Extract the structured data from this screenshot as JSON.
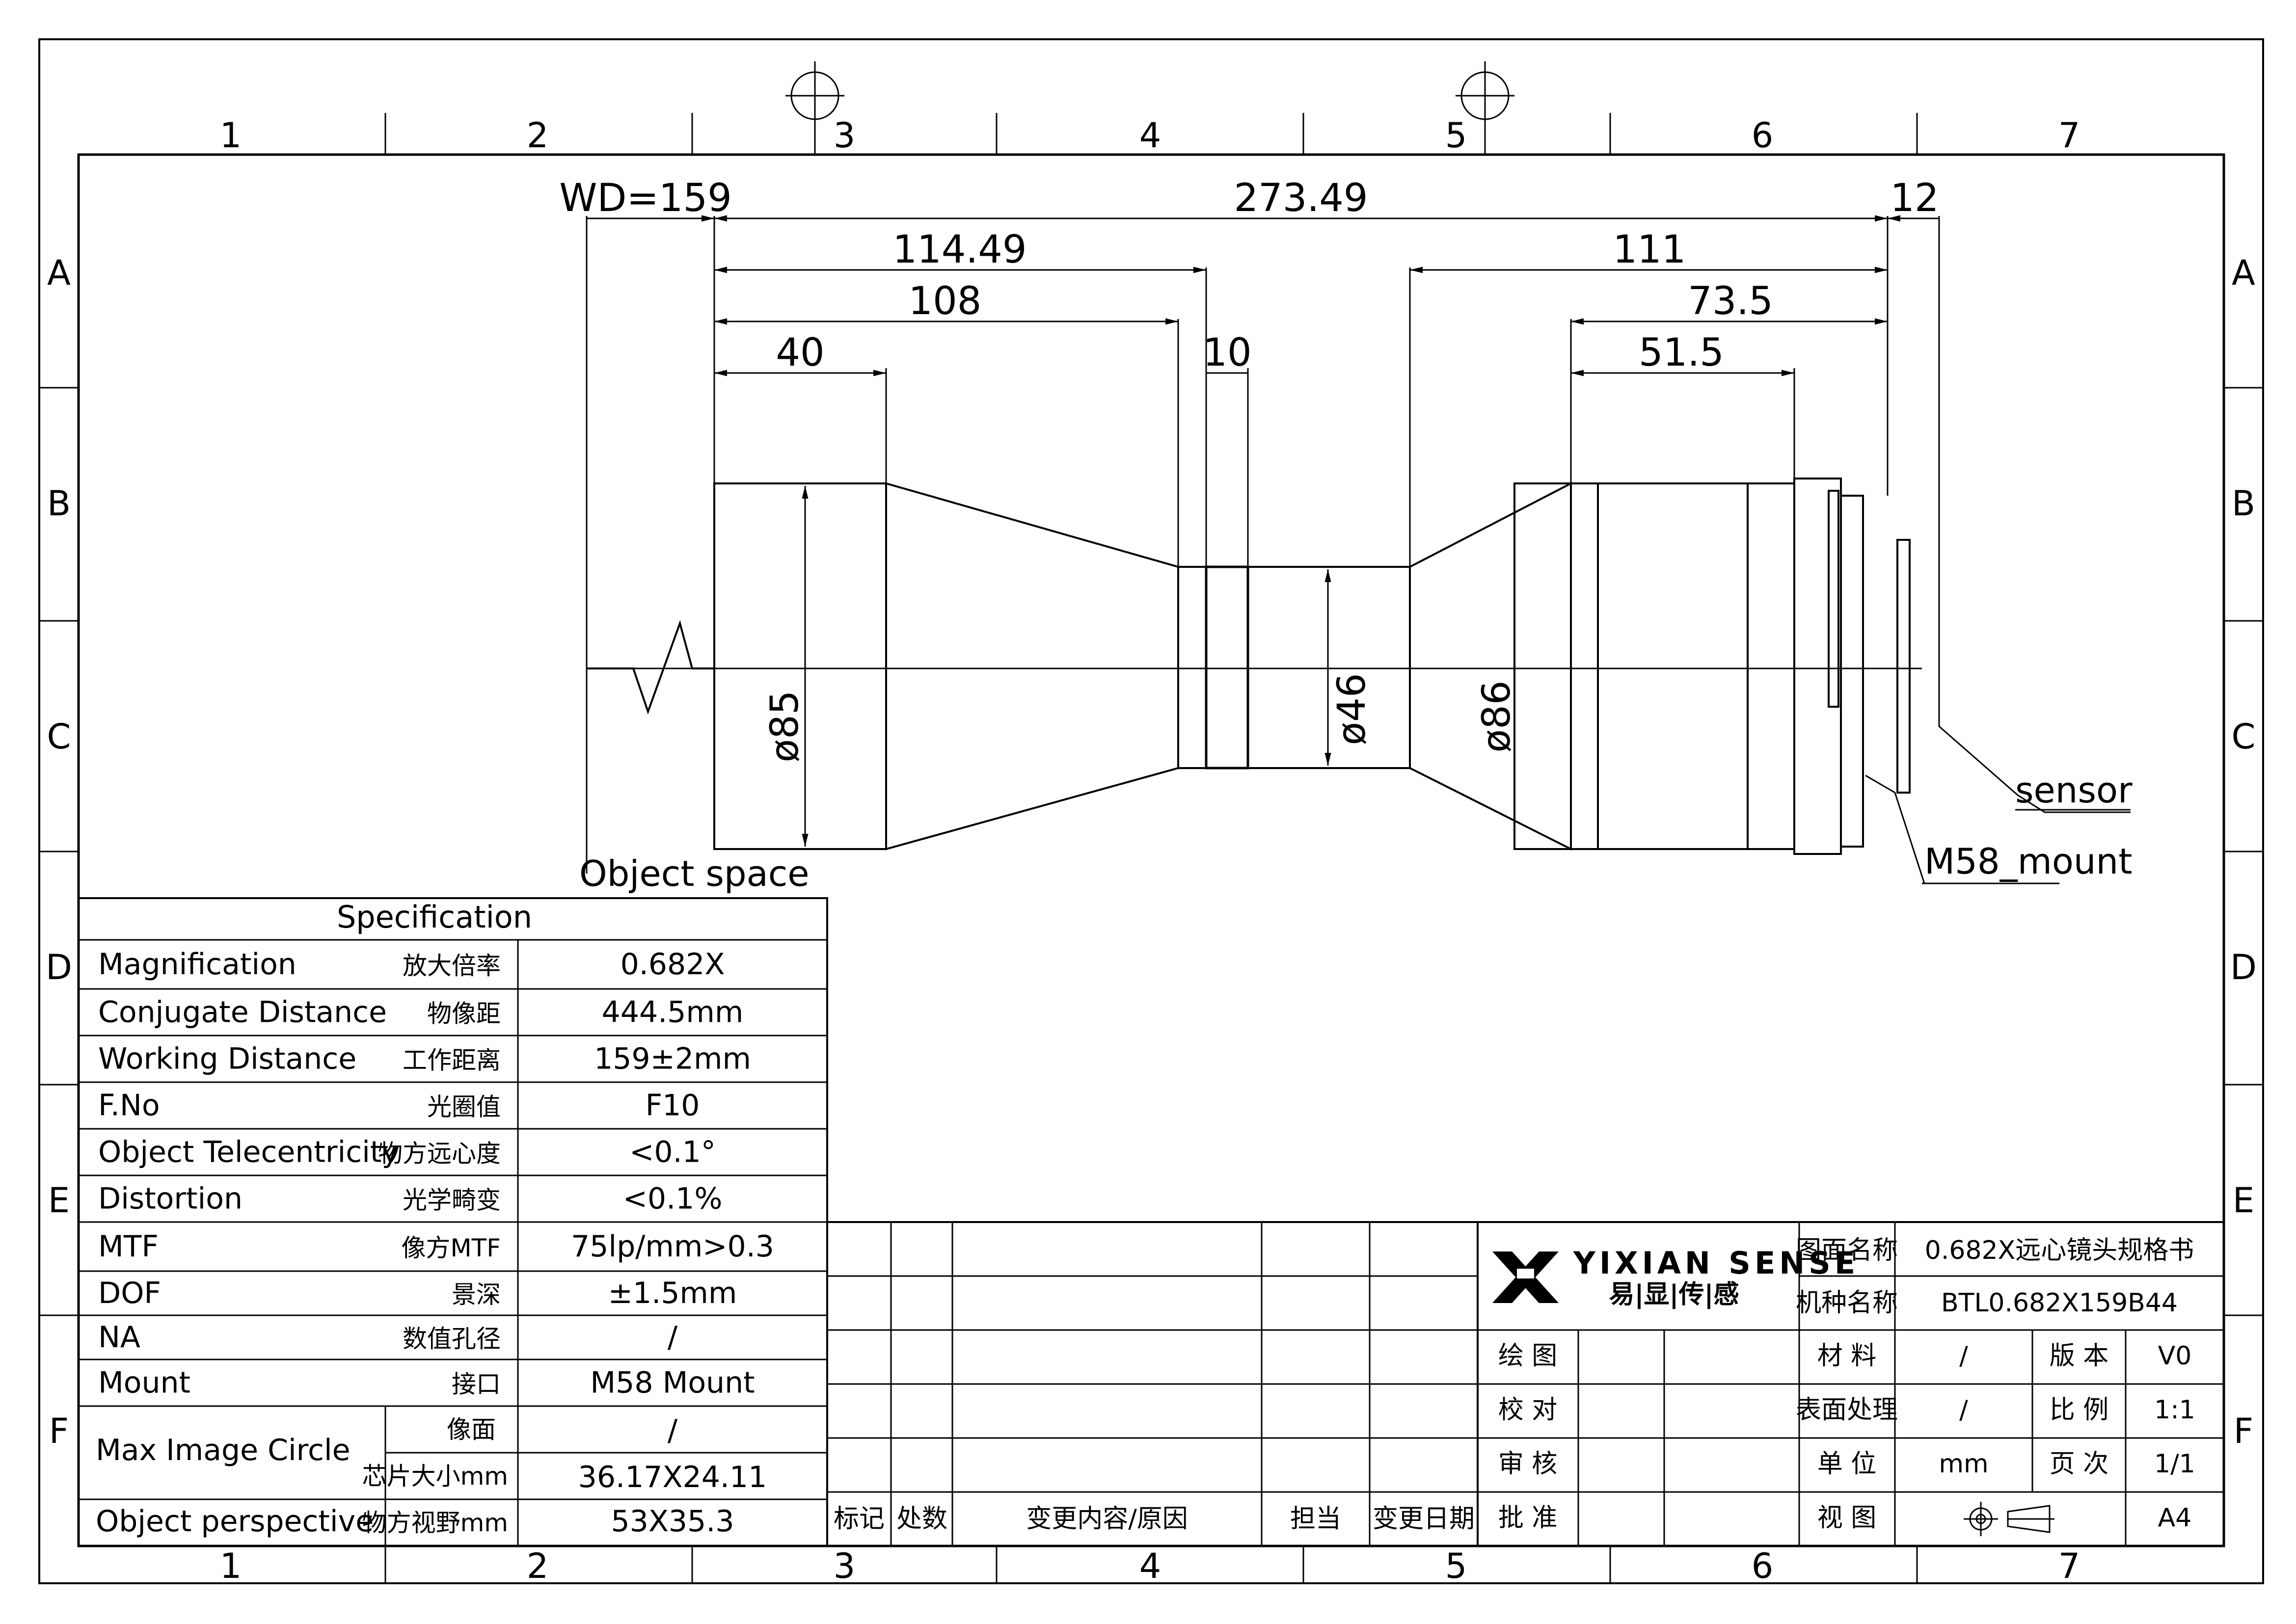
{
  "sheet": {
    "zones_columns": [
      "1",
      "2",
      "3",
      "4",
      "5",
      "6",
      "7"
    ],
    "zones_rows": [
      "A",
      "B",
      "C",
      "D",
      "E",
      "F"
    ]
  },
  "dimensions": {
    "wd": "WD=159",
    "total": "273.49",
    "d_114": "114.49",
    "d_108": "108",
    "d_40": "40",
    "d_10": "10",
    "d_111": "111",
    "d_73": "73.5",
    "d_51": "51.5",
    "d_12": "12",
    "dia_85": "ø85",
    "dia_46": "ø46",
    "dia_86": "ø86"
  },
  "callouts": {
    "object_space": "Object space",
    "sensor": "sensor",
    "mount": "M58_mount"
  },
  "spec_table": {
    "title": "Specification",
    "rows": [
      {
        "en": "Magnification",
        "cn": "放大倍率",
        "value": "0.682X"
      },
      {
        "en": "Conjugate Distance",
        "cn": "物像距",
        "value": "444.5mm"
      },
      {
        "en": "Working Distance",
        "cn": "工作距离",
        "value": "159±2mm"
      },
      {
        "en": "F.No",
        "cn": "光圈值",
        "value": "F10"
      },
      {
        "en": "Object Telecentricity",
        "cn": "物方远心度",
        "value": "<0.1°"
      },
      {
        "en": "Distortion",
        "cn": "光学畸变",
        "value": "<0.1%"
      },
      {
        "en": "MTF",
        "cn": "像方MTF",
        "value": "75lp/mm>0.3"
      },
      {
        "en": "DOF",
        "cn": "景深",
        "value": "±1.5mm"
      },
      {
        "en": "NA",
        "cn": "数值孔径",
        "value": "/"
      },
      {
        "en": "Mount",
        "cn": "接口",
        "value": "M58 Mount"
      }
    ],
    "image_circle": {
      "en": "Max Image Circle",
      "sub": [
        {
          "cn": "像面",
          "value": "/"
        },
        {
          "cn": "芯片大小mm",
          "value": "36.17X24.11"
        }
      ]
    },
    "perspective": {
      "en": "Object perspective",
      "cn": "物方视野mm",
      "value": "53X35.3"
    }
  },
  "revision_table": {
    "headers": [
      "标记",
      "处数",
      "变更内容/原因",
      "担当",
      "变更日期"
    ]
  },
  "title_block": {
    "logo_text": "YIXIAN SENSE",
    "logo_cn": "易|显|传|感",
    "drawing_name_label": "图面名称",
    "drawing_name": "0.682X远心镜头规格书",
    "model_label": "机种名称",
    "model": "BTL0.682X159B44",
    "sign_labels": [
      "绘 图",
      "校 对",
      "审 核",
      "批 准"
    ],
    "material_label": "材 料",
    "material": "/",
    "version_label": "版 本",
    "version": "V0",
    "surface_label": "表面处理",
    "surface": "/",
    "scale_label": "比 例",
    "scale": "1:1",
    "unit_label": "单 位",
    "unit": "mm",
    "page_label": "页 次",
    "page": "1/1",
    "view_label": "视 图",
    "paper": "A4",
    "projection_icon": "third-angle-projection-icon"
  }
}
